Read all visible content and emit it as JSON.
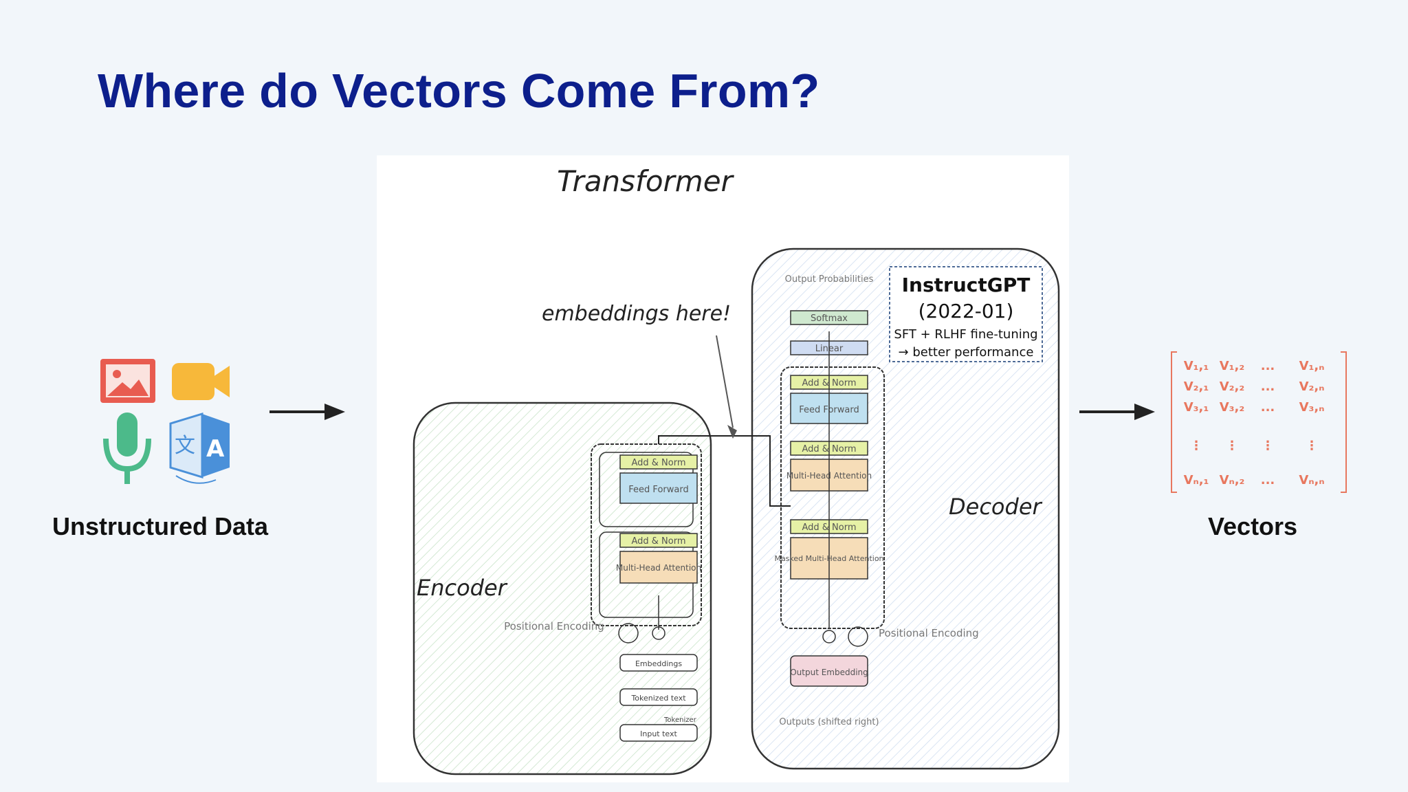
{
  "page": {
    "title": "Where do Vectors Come From?"
  },
  "left": {
    "label": "Unstructured Data",
    "icons": [
      "image-icon",
      "video-camera-icon",
      "microphone-icon",
      "translate-icon"
    ]
  },
  "right": {
    "label": "Vectors",
    "matrix": {
      "rows": [
        [
          "V₁,₁",
          "V₁,₂",
          "...",
          "V₁,ₙ"
        ],
        [
          "V₂,₁",
          "V₂,₂",
          "...",
          "V₂,ₙ"
        ],
        [
          "V₃,₁",
          "V₃,₂",
          "...",
          "V₃,ₙ"
        ],
        [
          "⋮",
          "⋮",
          "⋮",
          "⋮"
        ],
        [
          "Vₙ,₁",
          "Vₙ,₂",
          "...",
          "Vₙ,ₙ"
        ]
      ]
    }
  },
  "diagram": {
    "title": "Transformer",
    "annotation": "embeddings here!",
    "encoder": {
      "label": "Encoder",
      "blocks": {
        "add_norm_top": "Add & Norm",
        "feed_forward": "Feed Forward",
        "add_norm_bottom": "Add & Norm",
        "attention": "Multi-Head Attention",
        "positional": "Positional Encoding",
        "embeddings": "Embeddings",
        "tokenized": "Tokenized text",
        "tokenizer": "Tokenizer",
        "input": "Input text"
      }
    },
    "decoder": {
      "label": "Decoder",
      "blocks": {
        "output_probs": "Output Probabilities",
        "softmax": "Softmax",
        "linear": "Linear",
        "add_norm_1": "Add & Norm",
        "feed_forward": "Feed Forward",
        "add_norm_2": "Add & Norm",
        "attention": "Multi-Head Attention",
        "add_norm_3": "Add & Norm",
        "masked_attention": "Masked Multi-Head Attention",
        "positional": "Positional Encoding",
        "output_embedding": "Output Embedding",
        "outputs": "Outputs (shifted right)"
      }
    },
    "callout": {
      "title": "InstructGPT",
      "subtitle": "(2022-01)",
      "line1": "SFT + RLHF fine-tuning",
      "line2": "→ better performance"
    }
  }
}
